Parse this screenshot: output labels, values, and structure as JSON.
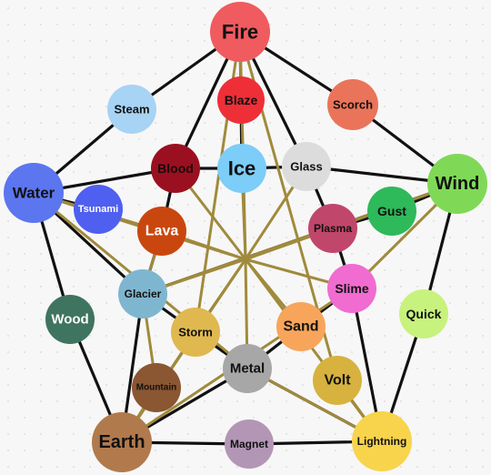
{
  "colors": {
    "black_edge": "#111111",
    "gold_edge": "#a08a3c",
    "background": "#f7f7f7"
  },
  "nodes": {
    "fire": {
      "label": "Fire",
      "color": "#ef5b5f"
    },
    "blaze": {
      "label": "Blaze",
      "color": "#ee2f37"
    },
    "steam": {
      "label": "Steam",
      "color": "#a7d3f5"
    },
    "scorch": {
      "label": "Scorch",
      "color": "#e9745a"
    },
    "blood": {
      "label": "Blood",
      "color": "#9b1020"
    },
    "ice": {
      "label": "Ice",
      "color": "#7ccdf7"
    },
    "glass": {
      "label": "Glass",
      "color": "#dcdcdc"
    },
    "water": {
      "label": "Water",
      "color": "#5b76ee"
    },
    "tsunami": {
      "label": "Tsunami",
      "color": "#4f5ff0"
    },
    "wind": {
      "label": "Wind",
      "color": "#7fd957"
    },
    "gust": {
      "label": "Gust",
      "color": "#2eb95a"
    },
    "plasma": {
      "label": "Plasma",
      "color": "#c0466c"
    },
    "lava": {
      "label": "Lava",
      "color": "#c9470f"
    },
    "slime": {
      "label": "Slime",
      "color": "#f06cd0"
    },
    "glacier": {
      "label": "Glacier",
      "color": "#7fb6cf"
    },
    "wood": {
      "label": "Wood",
      "color": "#3f7461"
    },
    "quick": {
      "label": "Quick",
      "color": "#c8f27e"
    },
    "sand": {
      "label": "Sand",
      "color": "#f7a55b"
    },
    "storm": {
      "label": "Storm",
      "color": "#dfb84f"
    },
    "metal": {
      "label": "Metal",
      "color": "#a7a7a7"
    },
    "volt": {
      "label": "Volt",
      "color": "#d7b23f"
    },
    "mountain": {
      "label": "Mountain",
      "color": "#8b5632"
    },
    "earth": {
      "label": "Earth",
      "color": "#b17a4c"
    },
    "magnet": {
      "label": "Magnet",
      "color": "#b396b5"
    },
    "lightning": {
      "label": "Lightning",
      "color": "#f8d44d"
    }
  },
  "edges": {
    "black": [
      [
        "fire",
        "steam"
      ],
      [
        "steam",
        "water"
      ],
      [
        "fire",
        "scorch"
      ],
      [
        "scorch",
        "wind"
      ],
      [
        "water",
        "wood"
      ],
      [
        "wood",
        "earth"
      ],
      [
        "wind",
        "quick"
      ],
      [
        "quick",
        "lightning"
      ],
      [
        "earth",
        "magnet"
      ],
      [
        "magnet",
        "lightning"
      ],
      [
        "water",
        "blood"
      ],
      [
        "blood",
        "ice"
      ],
      [
        "ice",
        "glass"
      ],
      [
        "glass",
        "wind"
      ],
      [
        "water",
        "tsunami"
      ],
      [
        "wind",
        "gust"
      ],
      [
        "gust",
        "plasma"
      ],
      [
        "fire",
        "blood"
      ],
      [
        "blood",
        "lava"
      ],
      [
        "lava",
        "glacier"
      ],
      [
        "glacier",
        "earth"
      ],
      [
        "fire",
        "glass"
      ],
      [
        "glass",
        "plasma"
      ],
      [
        "plasma",
        "slime"
      ],
      [
        "slime",
        "lightning"
      ],
      [
        "earth",
        "metal"
      ],
      [
        "metal",
        "lightning"
      ],
      [
        "glacier",
        "storm"
      ],
      [
        "storm",
        "metal"
      ],
      [
        "metal",
        "sand"
      ],
      [
        "sand",
        "slime"
      ],
      [
        "water",
        "glacier"
      ],
      [
        "glacier",
        "wind"
      ],
      [
        "fire",
        "ice"
      ]
    ],
    "gold": [
      [
        "fire",
        "blaze"
      ],
      [
        "water",
        "lava"
      ],
      [
        "lava",
        "glacier"
      ],
      [
        "glacier",
        "mountain"
      ],
      [
        "mountain",
        "earth"
      ],
      [
        "fire",
        "storm"
      ],
      [
        "storm",
        "earth"
      ],
      [
        "fire",
        "volt"
      ],
      [
        "volt",
        "lightning"
      ],
      [
        "wind",
        "slime"
      ],
      [
        "slime",
        "earth"
      ],
      [
        "water",
        "metal"
      ],
      [
        "metal",
        "lightning"
      ],
      [
        "wind",
        "glacier"
      ],
      [
        "center",
        "fire"
      ],
      [
        "center",
        "water"
      ],
      [
        "center",
        "wind"
      ],
      [
        "center",
        "earth"
      ],
      [
        "center",
        "lightning"
      ],
      [
        "center",
        "ice"
      ],
      [
        "center",
        "blood"
      ],
      [
        "center",
        "glass"
      ],
      [
        "center",
        "plasma"
      ],
      [
        "center",
        "slime"
      ],
      [
        "center",
        "lava"
      ],
      [
        "center",
        "glacier"
      ],
      [
        "center",
        "sand"
      ],
      [
        "center",
        "storm"
      ],
      [
        "center",
        "metal"
      ]
    ]
  }
}
